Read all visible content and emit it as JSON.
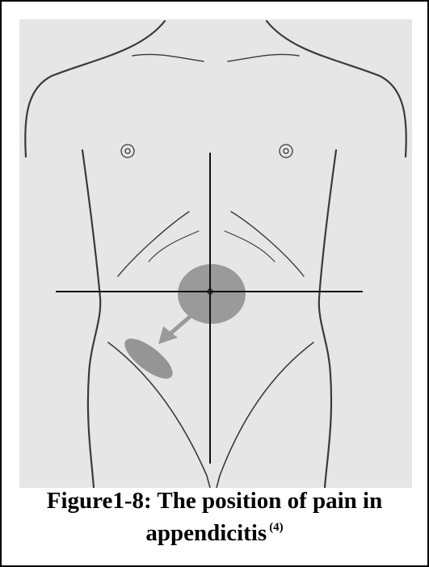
{
  "figure": {
    "caption_line1": "Figure1-8: The position of pain in",
    "caption_line2": "appendicitis",
    "reference": "(4)"
  }
}
